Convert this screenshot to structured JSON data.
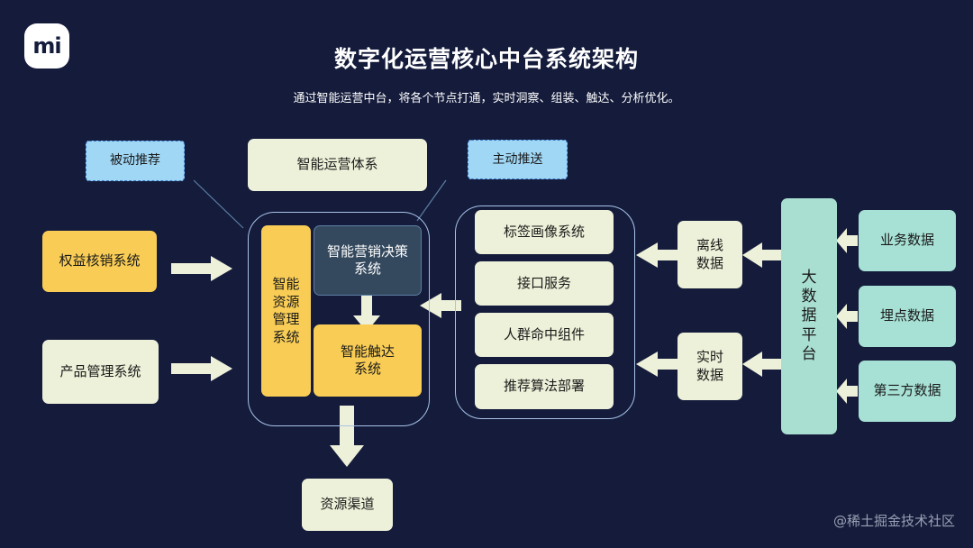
{
  "logo": {
    "text": "mi"
  },
  "title": "数字化运营核心中台系统架构",
  "subtitle": "通过智能运营中台，将各个节点打通，实时洞察、组装、触达、分析优化。",
  "tags": {
    "passive": "被动推荐",
    "active": "主动推送"
  },
  "top_box": "智能运营体系",
  "left_inputs": {
    "rights": "权益核销系统",
    "product": "产品管理系统"
  },
  "core": {
    "resource_mgmt": "智能\n资源\n管理\n系统",
    "decision": "智能营销决策\n系统",
    "reach": "智能触达\n系统"
  },
  "output": "资源渠道",
  "services": [
    "标签画像系统",
    "接口服务",
    "人群命中组件",
    "推荐算法部署"
  ],
  "data_types": {
    "offline": "离线\n数据",
    "realtime": "实时\n数据"
  },
  "big_data": "大\n数\n据\n平\n台",
  "sources": [
    "业务数据",
    "埋点数据",
    "第三方数据"
  ],
  "watermark": "@稀土掘金技术社区",
  "colors": {
    "background": "#141b3b",
    "yellow": "#f9cd55",
    "cream": "#eef1d9",
    "teal": "#a9dfd1",
    "tag_blue": "#9fd7f5",
    "dark_node": "#34495e"
  }
}
